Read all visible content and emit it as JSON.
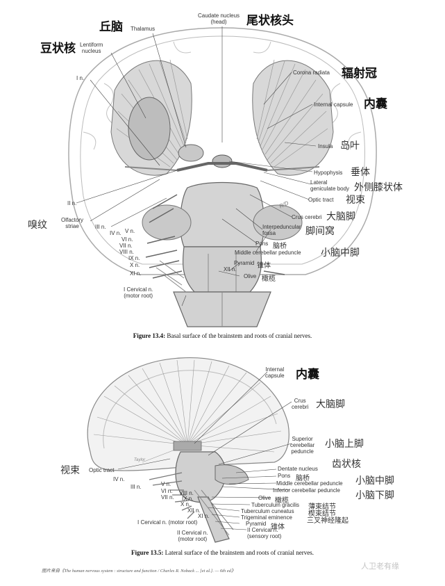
{
  "figure1": {
    "caption_label": "Figure 13.4:",
    "caption_text": " Basal surface of the brainstem and roots of cranial nerves.",
    "labels": {
      "caudate": "Caudate nucleus\n(head)",
      "thalamus": "Thalamus",
      "lentiform": "Lentiform\nnucleus",
      "corona": "Corona radiata",
      "internal_capsule": "Internal capsule",
      "i_n": "I n.",
      "insula": "Insula",
      "hypophysis": "Hypophysis",
      "lateral_geniculate": "Lateral\ngeniculate body",
      "optic_tract": "Optic tract",
      "ii_n": "II n.",
      "olfactory": "Olfactory\nstriae",
      "iii_n": "III n.",
      "iv_n": "IV n.",
      "v_n": "V n.",
      "vi_n": "VI n.",
      "vii_n": "VII n.",
      "viii_n": "VIII n.",
      "ix_n": "IX n.",
      "x_n": "X n.",
      "xi_n": "XI n.",
      "xii_n": "XII n.",
      "crus": "Crus cerebri",
      "interpeduncular": "Interpeduncular\nfossa",
      "pons": "Pons",
      "mcp": "Middle cerebellar peduncle",
      "pyramid": "Pyramid",
      "olive": "Olive",
      "cervical": "I Cervical n.\n(motor root)",
      "signature": "R/D"
    },
    "zh": {
      "qiunao": "丘脑",
      "douzhuanghe": "豆状核",
      "weizhuanghetou": "尾状核头",
      "fushenguan": "辐射冠",
      "neinang": "内囊",
      "daoye": "岛叶",
      "chuiti": "垂体",
      "waiceqi": "外侧膝状体",
      "shishu": "视束",
      "dinaojiao": "大脑脚",
      "jiaojianwo": "脚间窝",
      "xiuwen": "嗅纹",
      "naoqiao": "脑桥",
      "xiaonaozhongjiao": "小脑中脚",
      "zhuiti": "锥体",
      "ganlan": "橄榄"
    }
  },
  "figure2": {
    "caption_label": "Figure 13.5:",
    "caption_text": " Lateral surface of the brainstem and roots of cranial nerves.",
    "labels": {
      "internal_capsule": "Internal\ncapsule",
      "crus": "Crus\ncerebri",
      "scp": "Superior\ncerebellar\npeduncle",
      "dentate": "Dentate nucleus",
      "pons": "Pons",
      "mcp": "Middle cerebellar peduncle",
      "icp": "Inferior cerebellar peduncle",
      "olive": "Olive",
      "gracilis": "Tuberculum gracilis",
      "cuneatus": "Tuberculum cuneatus",
      "trigeminal": "Trigeminal eminence",
      "pyramid": "Pyramid",
      "cervical_sensory": "II Cervical n.\n(sensory root)",
      "cervical_motor_i": "I Cervical n. (motor root)",
      "cervical_motor_ii": "II Cervical n.\n(motor root)",
      "optic_tract": "Optic tract",
      "iv_n": "IV n.",
      "iii_n": "III n.",
      "v_n": "V n.",
      "vi_n": "VI n.",
      "vii_n": "VII n.",
      "viii_n": "VIII n.",
      "ix_n": "IX n.",
      "x_n": "X n.",
      "xii_n": "XII n.",
      "xi_n": "XI n.",
      "signature": "Taylor"
    },
    "zh": {
      "neinang": "内囊",
      "dinaojiao": "大脑脚",
      "xiaonaoshangjiao": "小脑上脚",
      "chizhuanghe": "齿状核",
      "shishu": "视束",
      "naoqiao": "脑桥",
      "xiaonaozhongjiao": "小脑中脚",
      "xiaonaoxiajiao": "小脑下脚",
      "ganlan": "橄榄",
      "bojieshujie": "薄束结节",
      "xieshujie": "楔束结节",
      "sanchalong": "三叉神经隆起",
      "zhuiti": "锥体"
    }
  },
  "credit": "图片来自《The human nervous system : structure and function / Charles R. Noback ... [et al.]. — 6th ed》",
  "watermark": "人卫老有缘"
}
